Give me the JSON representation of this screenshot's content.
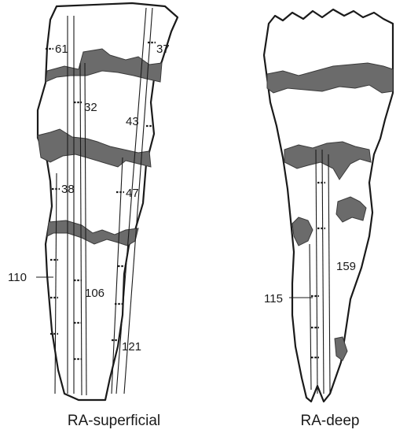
{
  "captions": {
    "left": "RA-superficial",
    "right": "RA-deep"
  },
  "superficial_labels": {
    "l61": "61",
    "l37": "37",
    "l32": "32",
    "l43": "43",
    "l38": "38",
    "l47": "47",
    "l110": "110",
    "l106": "106",
    "l121": "121"
  },
  "deep_labels": {
    "l159": "159",
    "l115": "115"
  },
  "colors": {
    "outline": "#1a1a1a",
    "tendinous_band": "#6b6b6b",
    "background": "#ffffff"
  }
}
